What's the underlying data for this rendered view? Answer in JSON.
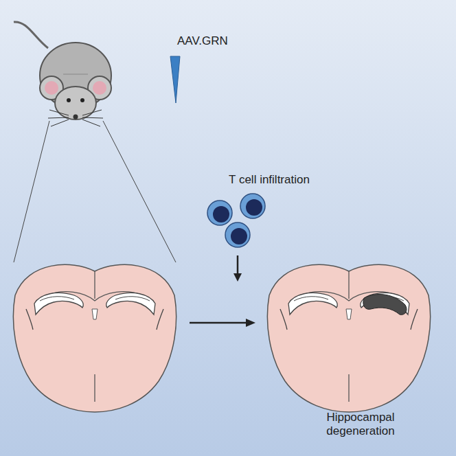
{
  "diagram": {
    "labels": [
      "AAV.GRN",
      "T cell infiltration",
      "Hippocampal degeneration"
    ]
  }
}
